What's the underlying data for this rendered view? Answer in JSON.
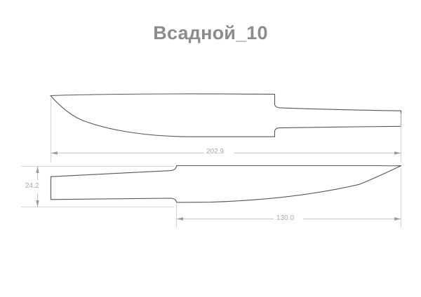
{
  "document": {
    "title": "Всадной_10",
    "type": "technical-drawing",
    "subject": "knife-blade-blank",
    "background_color": "#ffffff",
    "title_color": "#8c8c8c",
    "outline_color": "#555555",
    "dimension_color": "#b5b5b5",
    "dimension_text_color": "#a9a9a9"
  },
  "dimensions": {
    "overall_length": "202.9",
    "blade_length": "130.0",
    "tang_height": "24.2"
  },
  "views": [
    {
      "name": "side-profile-view",
      "label": "",
      "tip_x": 72,
      "tip_y": 136,
      "shoulder_x": 392,
      "tang_end_x": 572
    },
    {
      "name": "plan-profile-view",
      "label": "",
      "tang_start_x": 72,
      "shoulder_x": 252,
      "tip_x": 572
    }
  ],
  "chart_data": {
    "type": "line",
    "title": "Всадной_10",
    "xlabel": "",
    "ylabel": "",
    "annotations": [
      "202.9",
      "130.0",
      "24.2"
    ],
    "series": [
      {
        "name": "side-profile-outline",
        "x": [
          72,
          120,
          180,
          250,
          330,
          392,
          392,
          440,
          500,
          572,
          572,
          500,
          440,
          392,
          392,
          330,
          250,
          180,
          120,
          72
        ],
        "y": [
          136,
          135,
          134.5,
          134.5,
          135,
          135,
          152,
          154,
          156,
          158,
          180,
          180.5,
          181.5,
          183,
          195,
          195,
          194,
          189,
          170,
          136
        ]
      },
      {
        "name": "plan-profile-outline",
        "x": [
          72,
          140,
          200,
          252,
          252,
          330,
          420,
          500,
          560,
          572,
          560,
          500,
          420,
          330,
          252,
          252,
          200,
          140,
          72
        ],
        "y": [
          252,
          249,
          246,
          244,
          237,
          236.5,
          236,
          236,
          236,
          236.5,
          240,
          252,
          270,
          284,
          289,
          283,
          284,
          285,
          285
        ]
      }
    ]
  }
}
